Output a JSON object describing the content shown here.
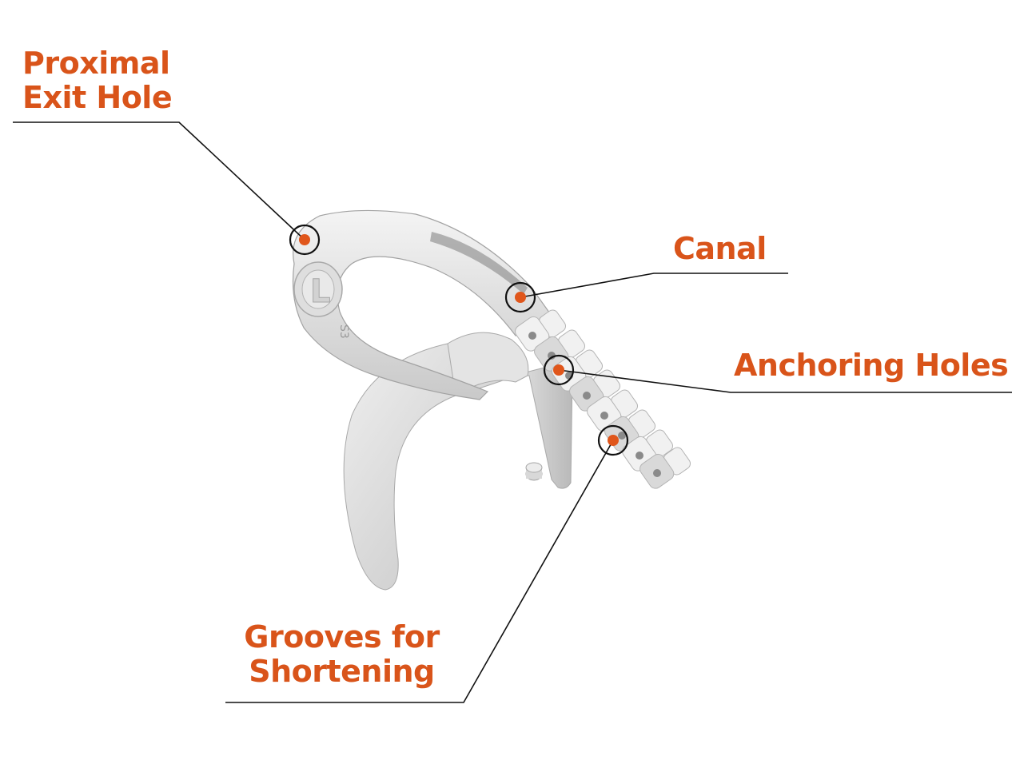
{
  "colors": {
    "label": "#d9541a",
    "marker_dot": "#e0561b",
    "leader_line": "#111111",
    "implant_light": "#f1f1f1",
    "implant_mid": "#d9d9d9",
    "implant_dark": "#b4b4b4",
    "background": "#ffffff"
  },
  "callouts": {
    "proximal_exit_hole": {
      "text": "Proximal\nExit Hole"
    },
    "canal": {
      "text": "Canal"
    },
    "anchoring_holes": {
      "text": "Anchoring Holes"
    },
    "grooves_for_shortening": {
      "text": "Grooves for\nShortening"
    }
  },
  "implant_engraving": {
    "side_letter": "L",
    "size_mark": "S3"
  }
}
